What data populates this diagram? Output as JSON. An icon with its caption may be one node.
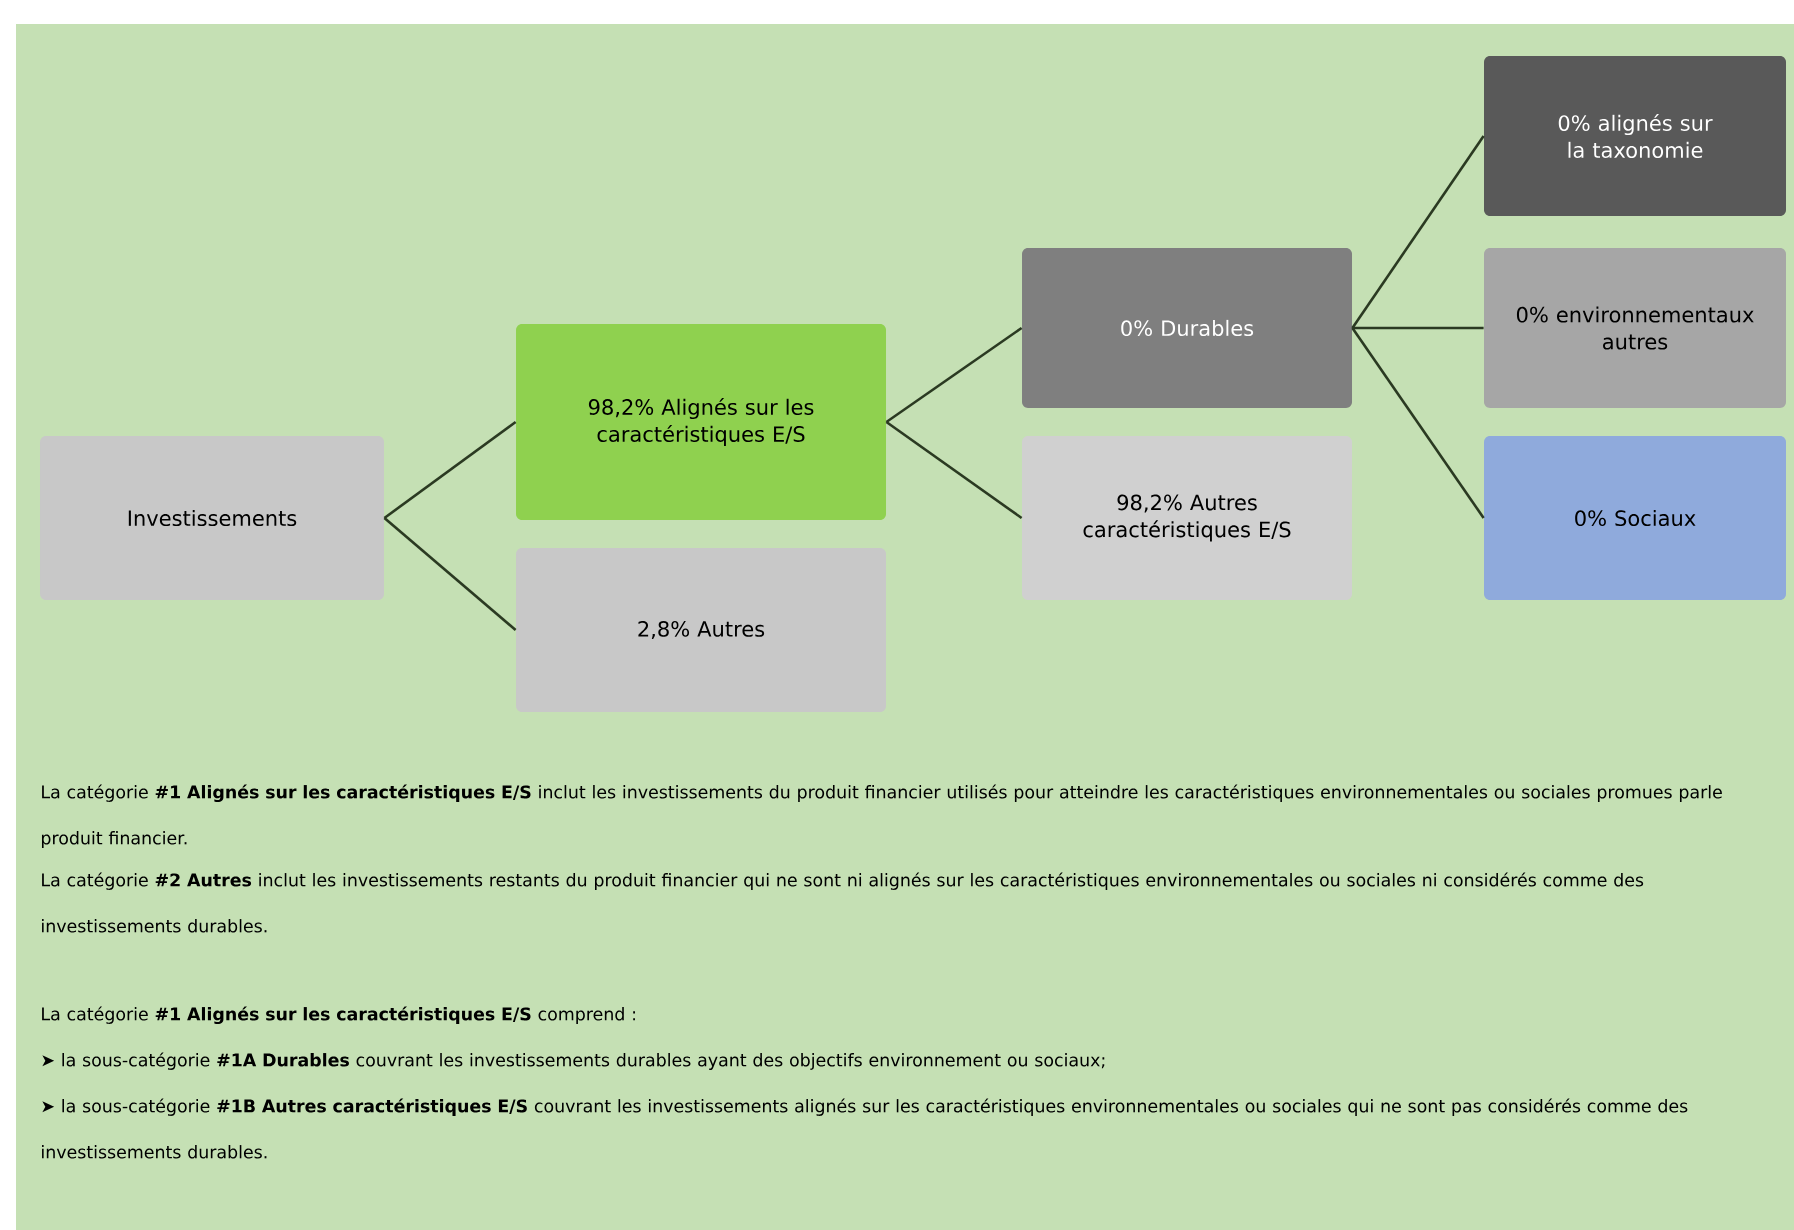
{
  "diagram": {
    "nodes": [
      {
        "text": [
          "Investissements"
        ]
      },
      {
        "text": [
          "98,2% Alignés sur les caractéristiques E/S"
        ]
      },
      {
        "text": [
          "2,8% Autres"
        ]
      },
      {
        "text": [
          "0% Durables"
        ]
      },
      {
        "text": [
          "98,2% Autres caractéristiques E/S"
        ]
      },
      {
        "text": [
          "0% alignés sur la taxonomie"
        ]
      },
      {
        "text": [
          "0% environnementaux autres"
        ]
      },
      {
        "text": [
          "0% Sociaux"
        ]
      }
    ],
    "edges": [
      {
        "from": 0,
        "to": 1,
        "arrow": "none"
      },
      {
        "from": 0,
        "to": 2,
        "arrow": "none"
      },
      {
        "from": 1,
        "to": 3,
        "arrow": "none"
      },
      {
        "from": 1,
        "to": 4,
        "arrow": "none"
      },
      {
        "from": 3,
        "to": 5,
        "arrow": "none"
      },
      {
        "from": 3,
        "to": 6,
        "arrow": "none"
      },
      {
        "from": 3,
        "to": 7,
        "arrow": "none"
      }
    ],
    "labels": [
      "La catégorie **#1 Alignés sur les caractéristiques E/S** inclut les investissements du produit financier utilisés pour atteindre les caractéristiques environnementales ou sociales promues parle produit financier.",
      "La catégorie **#2 Autres** inclut les investissements restants du produit financier qui ne sont ni alignés sur les caractéristiques environnementales ou sociales ni considérés comme des investissements durables.",
      "La catégorie **#1 Alignés sur les caractéristiques E/S** comprend :",
      "➤ la sous-catégorie **#1A Durables** couvrant les investissements durables ayant des objectifs environnement ou sociaux;",
      "➤ la sous-catégorie **#1B Autres caractéristiques E/S** couvrant les investissements alignés sur les caractéristiques environnementales ou sociales qui ne sont pas considérés comme des investissements durables."
    ]
  }
}
